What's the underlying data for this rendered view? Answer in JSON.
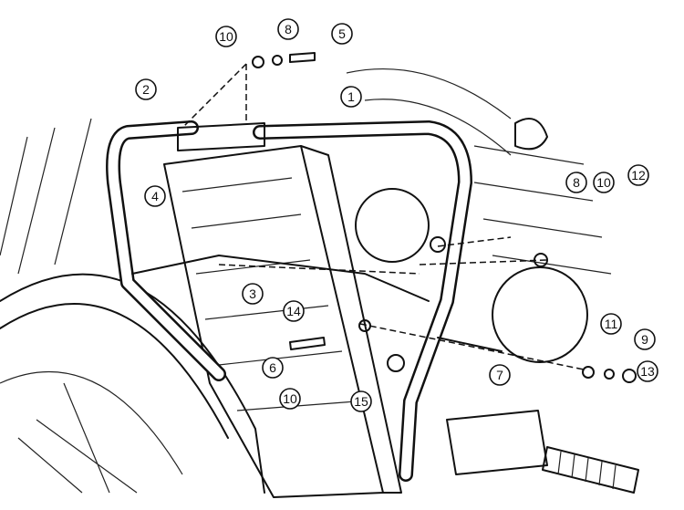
{
  "diagram": {
    "callouts": [
      "10",
      "8",
      "5",
      "2",
      "1",
      "4",
      "8",
      "10",
      "12",
      "3",
      "14",
      "6",
      "10",
      "15",
      "7",
      "11",
      "9",
      "13"
    ]
  }
}
